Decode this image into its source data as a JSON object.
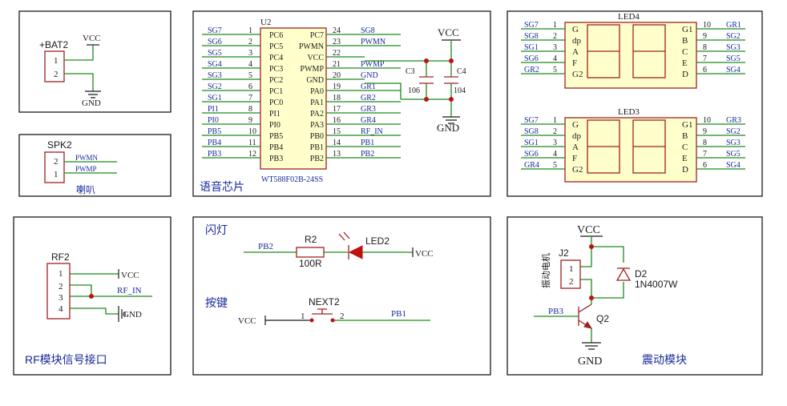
{
  "bat": {
    "ref": "+BAT2",
    "vcc": "VCC",
    "gnd": "GND",
    "pins": [
      "1",
      "2"
    ]
  },
  "spk": {
    "ref": "SPK2",
    "pins": [
      "2",
      "1"
    ],
    "nets": [
      "PWMN",
      "PWMP"
    ],
    "label": "喇叭"
  },
  "u2": {
    "ref": "U2",
    "part": "WT588F02B-24SS",
    "title": "语音芯片",
    "left_nets": [
      "SG7",
      "SG6",
      "SG5",
      "SG4",
      "SG3",
      "SG2",
      "SG1",
      "PI1",
      "PI0",
      "PB5",
      "PB4",
      "PB3"
    ],
    "left_pins": [
      "1",
      "2",
      "3",
      "4",
      "5",
      "6",
      "7",
      "8",
      "9",
      "10",
      "11",
      "12"
    ],
    "left_names": [
      "PC6",
      "PC5",
      "PC4",
      "PC3",
      "PC2",
      "PC1",
      "PC0",
      "PI1",
      "PI0",
      "PB5",
      "PB4",
      "PB3"
    ],
    "right_pins": [
      "24",
      "23",
      "22",
      "21",
      "20",
      "19",
      "18",
      "17",
      "16",
      "15",
      "14",
      "13"
    ],
    "right_names": [
      "PC7",
      "PWMN",
      "VCC",
      "PWMP",
      "GND",
      "PA0",
      "PA1",
      "PA2",
      "PA3",
      "PB0",
      "PB1",
      "PB2"
    ],
    "right_nets": [
      "SG8",
      "PWMN",
      "",
      "PWMP",
      "GND",
      "GR1",
      "GR2",
      "GR3",
      "GR4",
      "RF_IN",
      "PB1",
      "PB2"
    ],
    "vcc": "VCC",
    "gnd": "GND",
    "c3": {
      "ref": "C3",
      "value": "106"
    },
    "c4": {
      "ref": "C4",
      "value": "104"
    }
  },
  "led4": {
    "ref": "LED4",
    "left_nets": [
      "SG7",
      "SG8",
      "SG1",
      "SG6",
      "GR2"
    ],
    "left_pins": [
      "1",
      "2",
      "3",
      "4",
      "5"
    ],
    "left_names": [
      "G",
      "dp",
      "A",
      "F",
      "G2"
    ],
    "right_pins": [
      "10",
      "9",
      "8",
      "7",
      "6"
    ],
    "right_names": [
      "G1",
      "B",
      "C",
      "E",
      "D"
    ],
    "right_nets": [
      "GR1",
      "SG2",
      "SG3",
      "SG5",
      "SG4"
    ]
  },
  "led3": {
    "ref": "LED3",
    "left_nets": [
      "SG7",
      "SG8",
      "SG1",
      "SG6",
      "GR4"
    ],
    "left_pins": [
      "1",
      "2",
      "3",
      "4",
      "5"
    ],
    "left_names": [
      "G",
      "dp",
      "A",
      "F",
      "G2"
    ],
    "right_pins": [
      "10",
      "9",
      "8",
      "7",
      "6"
    ],
    "right_names": [
      "G1",
      "B",
      "C",
      "E",
      "D"
    ],
    "right_nets": [
      "GR3",
      "SG2",
      "SG3",
      "SG5",
      "SG4"
    ]
  },
  "rf": {
    "ref": "RF2",
    "pins": [
      "1",
      "2",
      "3",
      "4"
    ],
    "vcc": "VCC",
    "net": "RF_IN",
    "gnd": "GND",
    "title": "RF模块信号接口"
  },
  "flash": {
    "title": "闪灯",
    "net": "PB2",
    "r_ref": "R2",
    "r_val": "100R",
    "led_ref": "LED2",
    "vcc": "VCC",
    "key_title": "按键",
    "key_vcc": "VCC",
    "key_ref": "NEXT2",
    "key_pin1": "1",
    "key_pin2": "2",
    "key_net": "PB1"
  },
  "vib": {
    "vcc": "VCC",
    "j_ref": "J2",
    "j_label": "振动电机",
    "j_pins": [
      "1",
      "2"
    ],
    "d_ref": "D2",
    "d_part": "1N4007W",
    "net": "PB3",
    "q_ref": "Q2",
    "gnd": "GND",
    "title": "震动模块"
  }
}
